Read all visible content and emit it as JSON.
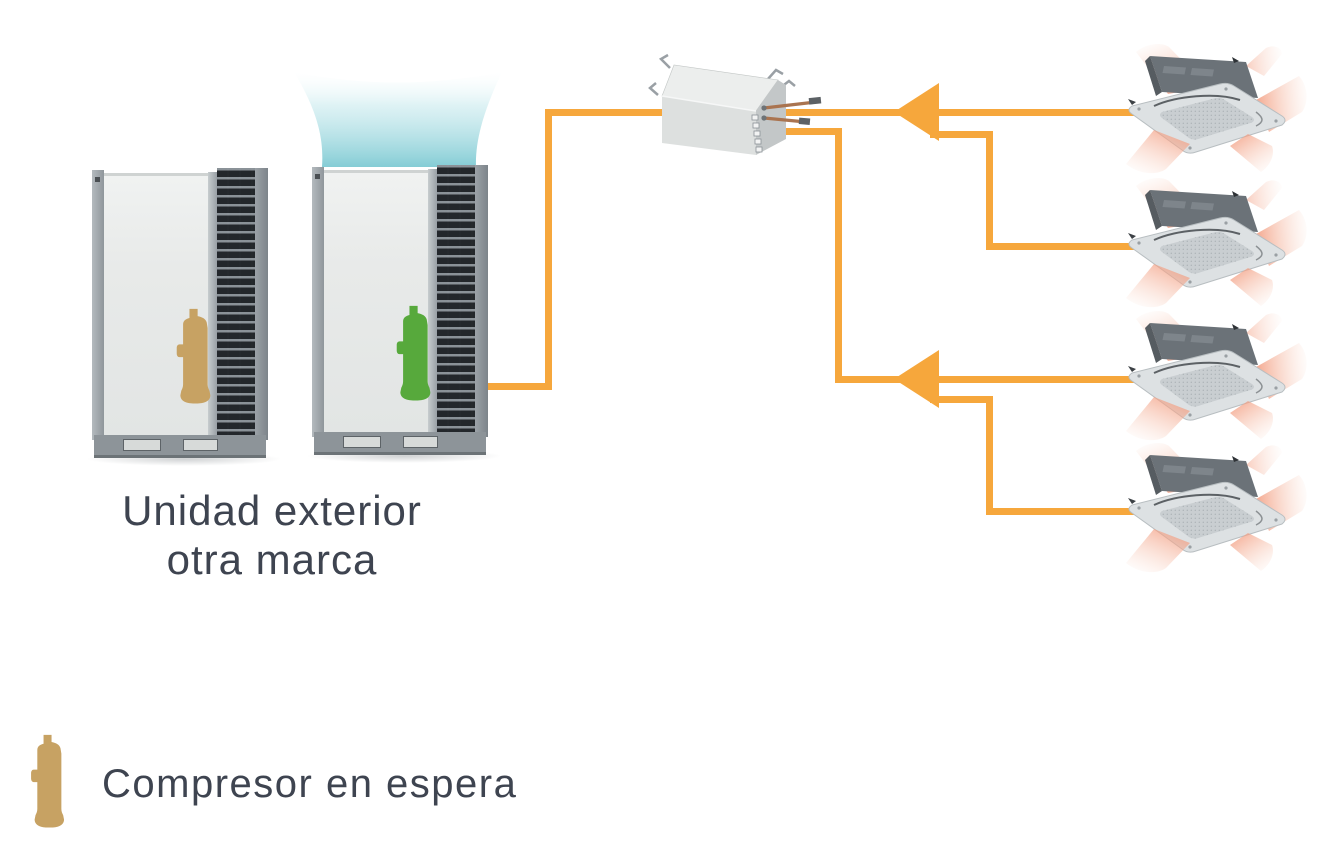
{
  "labels": {
    "outdoor_unit": {
      "line1": "Unidad exterior",
      "line2": "otra marca"
    },
    "legend": {
      "compressor_standby": "Compresor en espera"
    }
  },
  "colors": {
    "pipe_orange": "#F6A73C",
    "airflow_teal": "#7ECAD3",
    "compressor_standby_tan": "#C7A263",
    "compressor_active_green": "#57A93C",
    "text": "#3E4450",
    "unit_panel_grey": "#E8EAE9",
    "cassette_airflow_salmon": "#F29B7B"
  },
  "components": {
    "outdoor_units": [
      {
        "name": "outdoor-unit-other-brand-1",
        "compressor_state": "standby"
      },
      {
        "name": "outdoor-unit-other-brand-2",
        "compressor_state": "active",
        "airflow": "discharging"
      }
    ],
    "branch_box": {
      "name": "branch-distribution-box"
    },
    "indoor_units": {
      "type": "ceiling-cassette",
      "count": 4
    },
    "flow_arrows": {
      "count": 2,
      "direction": "left"
    }
  },
  "icons": {
    "compressor_icon": "compressor-silhouette",
    "airflow_glow_icon": "teal-air-discharge",
    "flow_arrow_icon": "left-triangle-arrow"
  }
}
